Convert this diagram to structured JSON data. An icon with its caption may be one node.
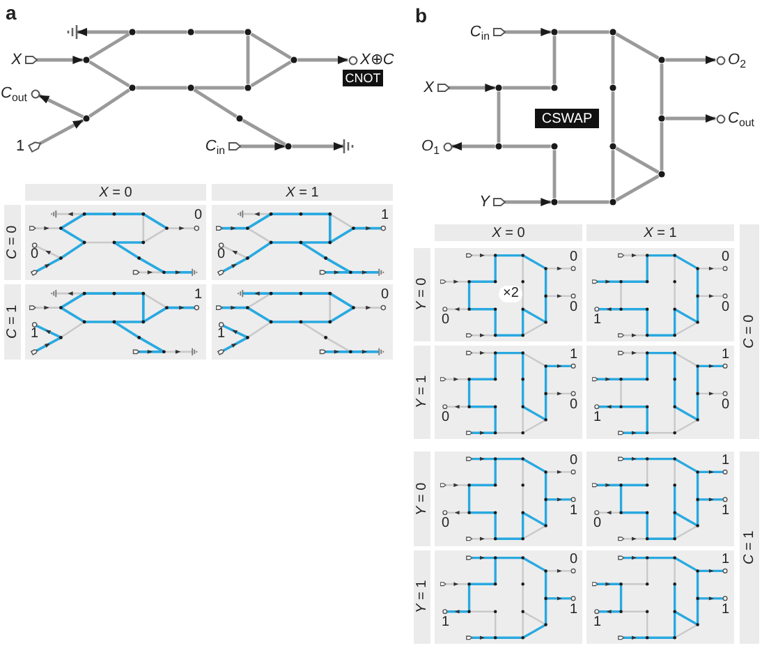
{
  "diagram": {
    "nodes": [
      {
        "text": [
          "X"
        ]
      },
      {
        "text": [
          "*C*$_{out}$"
        ]
      },
      {
        "text": [
          "1"
        ]
      },
      {
        "text": [
          "*C*$_{in}$"
        ]
      },
      {
        "text": [
          "*X*⊕*C*"
        ]
      },
      {
        "text": [
          "CNOT"
        ]
      },
      {
        "text": [],
        "shape": "ground"
      },
      {
        "text": [],
        "shape": "circle"
      },
      {
        "text": [],
        "shape": "circle"
      },
      {
        "text": [],
        "shape": "circle"
      },
      {
        "text": [],
        "shape": "circle"
      },
      {
        "text": [],
        "shape": "circle"
      },
      {
        "text": [],
        "shape": "circle"
      },
      {
        "text": [],
        "shape": "circle"
      },
      {
        "text": [],
        "shape": "circle"
      },
      {
        "text": [],
        "shape": "circle"
      },
      {
        "text": [],
        "shape": "circle"
      },
      {
        "text": [],
        "shape": "circle"
      },
      {
        "text": [],
        "shape": "ground"
      },
      {
        "text": [
          "*X* = 0"
        ]
      },
      {
        "text": [
          "*X* = 1"
        ]
      },
      {
        "text": [
          "*C* = 0"
        ]
      },
      {
        "text": [
          "0",
          "0"
        ]
      },
      {
        "text": [
          "1",
          "0"
        ]
      },
      {
        "text": [
          "*C* = 1"
        ]
      },
      {
        "text": [
          "1",
          "1"
        ]
      },
      {
        "text": [
          "0",
          "1"
        ]
      },
      {
        "text": [
          "*C*$_{in}$"
        ]
      },
      {
        "text": [
          "X"
        ]
      },
      {
        "text": [
          "*O*$_{1}$"
        ]
      },
      {
        "text": [
          "Y"
        ]
      },
      {
        "text": [
          "*O*$_{2}$"
        ]
      },
      {
        "text": [
          "*C*$_{out}$"
        ]
      },
      {
        "text": [
          "CSWAP"
        ]
      },
      {
        "text": [],
        "shape": "circle"
      },
      {
        "text": [],
        "shape": "circle"
      },
      {
        "text": [],
        "shape": "circle"
      },
      {
        "text": [],
        "shape": "circle"
      },
      {
        "text": [],
        "shape": "circle"
      },
      {
        "text": [],
        "shape": "circle"
      },
      {
        "text": [],
        "shape": "circle"
      },
      {
        "text": [],
        "shape": "circle"
      },
      {
        "text": [],
        "shape": "circle"
      },
      {
        "text": [],
        "shape": "circle"
      },
      {
        "text": [],
        "shape": "circle"
      },
      {
        "text": [],
        "shape": "circle"
      },
      {
        "text": [],
        "shape": "circle"
      },
      {
        "text": [
          "*X* = 0"
        ]
      },
      {
        "text": [
          "*X* = 1"
        ]
      },
      {
        "text": [
          "*C* = 0"
        ]
      },
      {
        "text": [
          "*Y* = 0"
        ]
      },
      {
        "text": [
          "0",
          "×2",
          "0",
          "0"
        ]
      },
      {
        "text": [
          "0",
          "0",
          "1"
        ]
      },
      {
        "text": [
          "*Y* = 1"
        ]
      },
      {
        "text": [
          "1",
          "0",
          "0"
        ]
      },
      {
        "text": [
          "1",
          "0",
          "1"
        ]
      },
      {
        "text": [
          "*C* = 1"
        ]
      },
      {
        "text": [
          "*Y* = 0"
        ]
      },
      {
        "text": [
          "0",
          "1",
          "0"
        ]
      },
      {
        "text": [
          "1",
          "1",
          "0"
        ]
      },
      {
        "text": [
          "*Y* = 1"
        ]
      },
      {
        "text": [
          "0",
          "1",
          "1"
        ]
      },
      {
        "text": [
          "1",
          "1",
          "1"
        ]
      }
    ],
    "edges": [
      {
        "from": 0,
        "to": 10,
        "arrow": "to"
      },
      {
        "from": 7,
        "to": 6,
        "arrow": "to"
      },
      {
        "from": 10,
        "to": 7,
        "arrow": "none"
      },
      {
        "from": 10,
        "to": 11,
        "arrow": "none"
      },
      {
        "from": 7,
        "to": 8,
        "arrow": "none"
      },
      {
        "from": 8,
        "to": 9,
        "arrow": "none"
      },
      {
        "from": 9,
        "to": 13,
        "arrow": "none"
      },
      {
        "from": 9,
        "to": 14,
        "arrow": "none"
      },
      {
        "from": 13,
        "to": 14,
        "arrow": "none"
      },
      {
        "from": 14,
        "to": 4,
        "arrow": "to"
      },
      {
        "from": 11,
        "to": 12,
        "arrow": "none"
      },
      {
        "from": 12,
        "to": 13,
        "arrow": "none"
      },
      {
        "from": 15,
        "to": 1,
        "arrow": "to"
      },
      {
        "from": 2,
        "to": 15,
        "arrow": "to"
      },
      {
        "from": 15,
        "to": 11,
        "arrow": "none"
      },
      {
        "from": 12,
        "to": 16,
        "arrow": "none"
      },
      {
        "from": 16,
        "to": 17,
        "arrow": "none"
      },
      {
        "from": 3,
        "to": 17,
        "arrow": "to"
      },
      {
        "from": 17,
        "to": 18,
        "arrow": "to"
      },
      {
        "from": 27,
        "to": 34,
        "arrow": "to"
      },
      {
        "from": 34,
        "to": 35,
        "arrow": "none"
      },
      {
        "from": 34,
        "to": 38,
        "arrow": "none"
      },
      {
        "from": 28,
        "to": 37,
        "arrow": "to"
      },
      {
        "from": 37,
        "to": 38,
        "arrow": "none"
      },
      {
        "from": 37,
        "to": 41,
        "arrow": "none"
      },
      {
        "from": 41,
        "to": 29,
        "arrow": "to"
      },
      {
        "from": 41,
        "to": 42,
        "arrow": "none"
      },
      {
        "from": 42,
        "to": 45,
        "arrow": "none"
      },
      {
        "from": 30,
        "to": 45,
        "arrow": "to"
      },
      {
        "from": 45,
        "to": 46,
        "arrow": "none"
      },
      {
        "from": 35,
        "to": 39,
        "arrow": "none"
      },
      {
        "from": 39,
        "to": 43,
        "arrow": "none"
      },
      {
        "from": 43,
        "to": 46,
        "arrow": "none"
      },
      {
        "from": 35,
        "to": 36,
        "arrow": "none"
      },
      {
        "from": 36,
        "to": 31,
        "arrow": "to"
      },
      {
        "from": 36,
        "to": 40,
        "arrow": "none"
      },
      {
        "from": 40,
        "to": 32,
        "arrow": "to"
      },
      {
        "from": 40,
        "to": 44,
        "arrow": "none"
      },
      {
        "from": 43,
        "to": 44,
        "arrow": "none"
      },
      {
        "from": 46,
        "to": 44,
        "arrow": "none"
      }
    ],
    "labels": [
      "a",
      "b"
    ]
  }
}
